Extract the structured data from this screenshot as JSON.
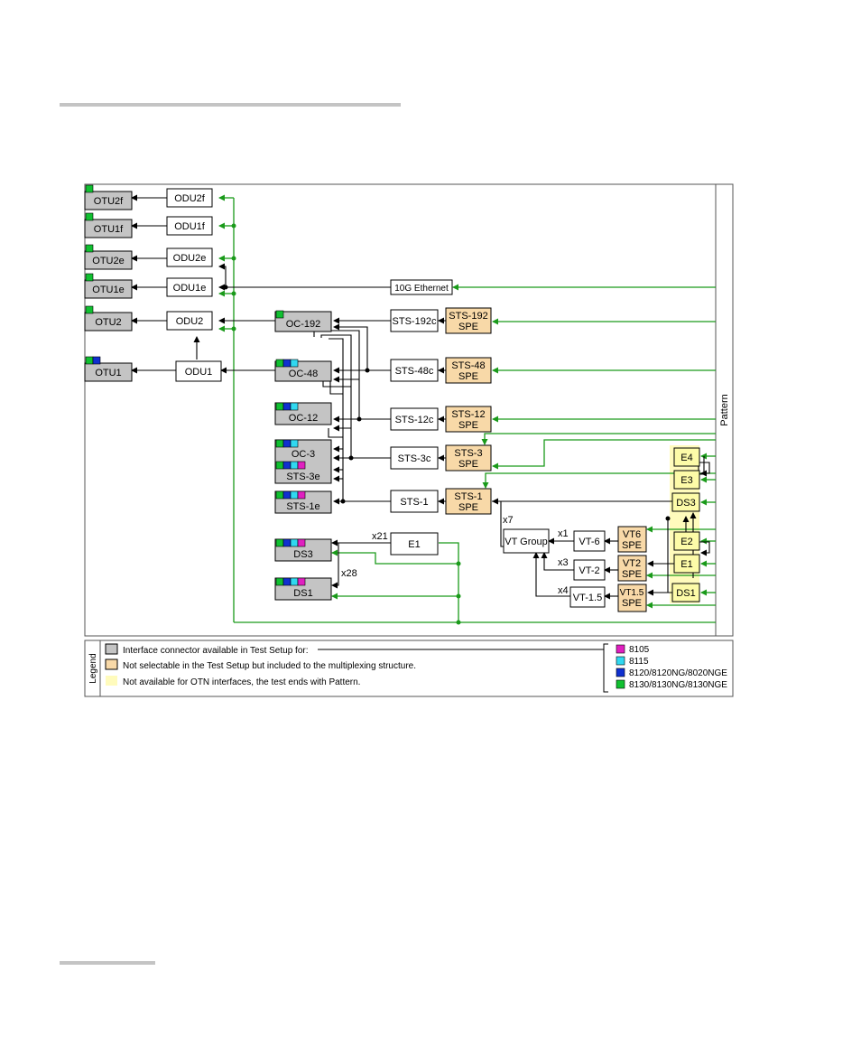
{
  "nodes": {
    "otu2f": "OTU2f",
    "otu1f": "OTU1f",
    "otu2e": "OTU2e",
    "otu1e": "OTU1e",
    "otu2": "OTU2",
    "otu1": "OTU1",
    "odu2f": "ODU2f",
    "odu1f": "ODU1f",
    "odu2e": "ODU2e",
    "odu1e": "ODU1e",
    "odu2": "ODU2",
    "odu1": "ODU1",
    "eth10g": "10G Ethernet",
    "oc192": "OC-192",
    "oc48": "OC-48",
    "oc12": "OC-12",
    "oc3": "OC-3",
    "sts3e": "STS-3e",
    "sts1e": "STS-1e",
    "ds3_left": "DS3",
    "ds1_left": "DS1",
    "e1_mid": "E1",
    "sts192c": "STS-192c",
    "sts48c": "STS-48c",
    "sts12c": "STS-12c",
    "sts3c": "STS-3c",
    "sts1": "STS-1",
    "sts192spe": [
      "STS-192",
      "SPE"
    ],
    "sts48spe": [
      "STS-48",
      "SPE"
    ],
    "sts12spe": [
      "STS-12",
      "SPE"
    ],
    "sts3spe": [
      "STS-3",
      "SPE"
    ],
    "sts1spe": [
      "STS-1",
      "SPE"
    ],
    "vtgroup": "VT Group",
    "vt6": "VT-6",
    "vt2": "VT-2",
    "vt15": "VT-1.5",
    "vt6spe": [
      "VT6",
      "SPE"
    ],
    "vt2spe": [
      "VT2",
      "SPE"
    ],
    "vt15spe": [
      "VT1.5",
      "SPE"
    ],
    "e4": "E4",
    "e3": "E3",
    "ds3_right": "DS3",
    "e2": "E2",
    "e1_right": "E1",
    "ds1_right": "DS1",
    "pattern": "Pattern"
  },
  "multipliers": {
    "x7": "x7",
    "x1": "x1",
    "x3": "x3",
    "x4": "x4",
    "x21": "x21",
    "x28": "x28"
  },
  "legend": {
    "title": "Legend",
    "gray": "Interface connector available in Test Setup for:",
    "orange": "Not selectable in the Test Setup but included to the multiplexing structure.",
    "yellow": "Not available for OTN interfaces, the test ends with Pattern.",
    "models": [
      {
        "label": "8105",
        "color": "#e020c0"
      },
      {
        "label": "8115",
        "color": "#30d8f0"
      },
      {
        "label": "8120/8120NG/8020NGE",
        "color": "#1030d0"
      },
      {
        "label": "8130/8130NG/8130NGE",
        "color": "#10c030"
      }
    ]
  },
  "colors": {
    "interface_fill": "#c4c4c4",
    "spe_fill": "#f8d9a8",
    "yellow_highlight": "#fffbbc",
    "yellow_box": "#fdfba8",
    "pattern_line": "#1a9a1a"
  }
}
